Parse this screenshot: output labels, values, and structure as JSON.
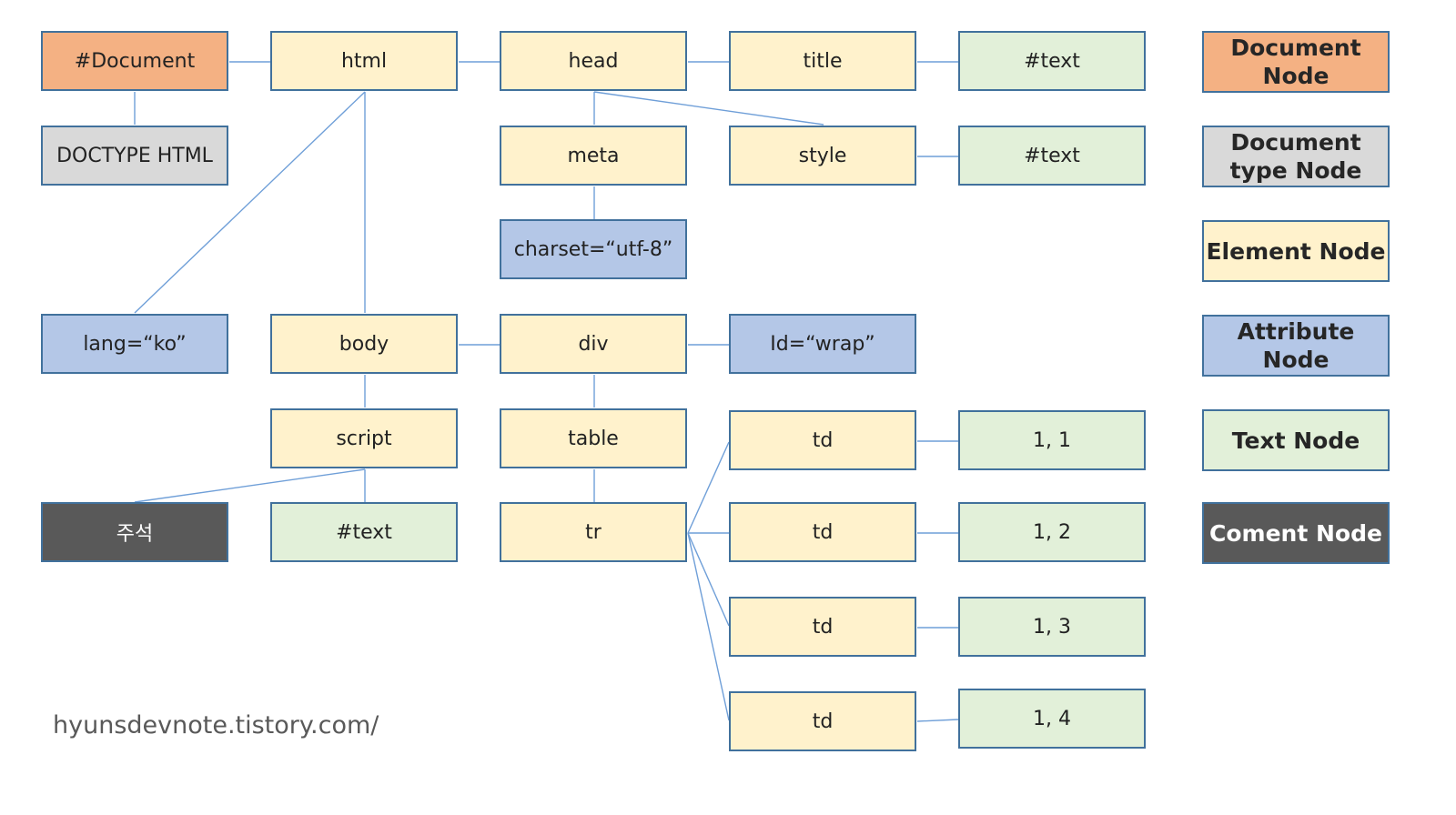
{
  "nodes": {
    "document": "#Document",
    "doctype": "DOCTYPE HTML",
    "html": "html",
    "head": "head",
    "title": "title",
    "title_text": "#text",
    "meta": "meta",
    "style": "style",
    "style_text": "#text",
    "charset": "charset=“utf-8”",
    "lang": "lang=“ko”",
    "body": "body",
    "div": "div",
    "id_attr": "Id=“wrap”",
    "script": "script",
    "table": "table",
    "comment": "주석",
    "script_text": "#text",
    "tr": "tr",
    "td1": "td",
    "td2": "td",
    "td3": "td",
    "td4": "td",
    "cell1": "1, 1",
    "cell2": "1, 2",
    "cell3": "1, 3",
    "cell4": "1, 4"
  },
  "legend": {
    "document": "Document Node",
    "doctype": "Document type Node",
    "element": "Element Node",
    "attribute": "Attribute Node",
    "text": "Text Node",
    "comment": "Coment Node"
  },
  "colors": {
    "document": "#f4b183",
    "doctype": "#d9d9d9",
    "element": "#fff2cc",
    "attribute": "#b4c7e7",
    "text": "#e2f0d9",
    "comment": "#595959",
    "border": "#41719c",
    "connector": "#6f9fd8"
  },
  "watermark": "hyunsdevnote.tistory.com/"
}
